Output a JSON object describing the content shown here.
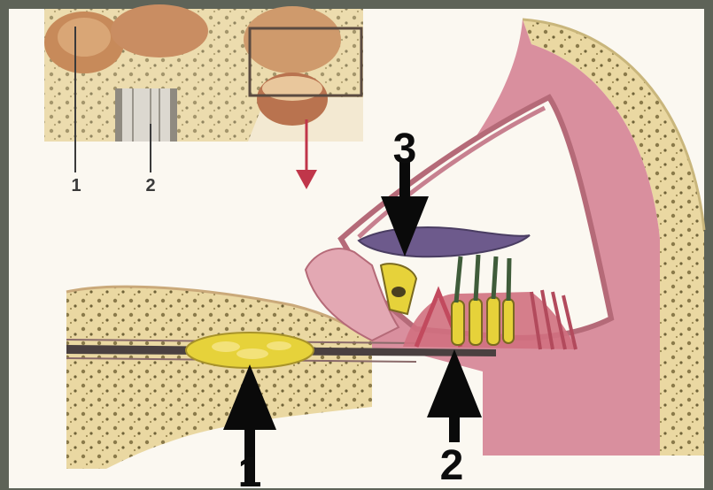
{
  "inset": {
    "labels": [
      "1",
      "2"
    ]
  },
  "callouts": {
    "labels": [
      "3",
      "1",
      "2"
    ]
  },
  "colors": {
    "frame": "#5e6358",
    "background": "#fbf8f1",
    "bone": "#e7d49c",
    "bone_dots": "#8a7a4a",
    "membrane_pink": "#d98f9e",
    "membrane_dark": "#b56a78",
    "hair_cell_yellow": "#e6d23a",
    "tectorial_purple": "#6d5a8c",
    "nerve_dark": "#4a4040",
    "arrow_black": "#0a0a0a",
    "arrow_red": "#c0364a"
  }
}
